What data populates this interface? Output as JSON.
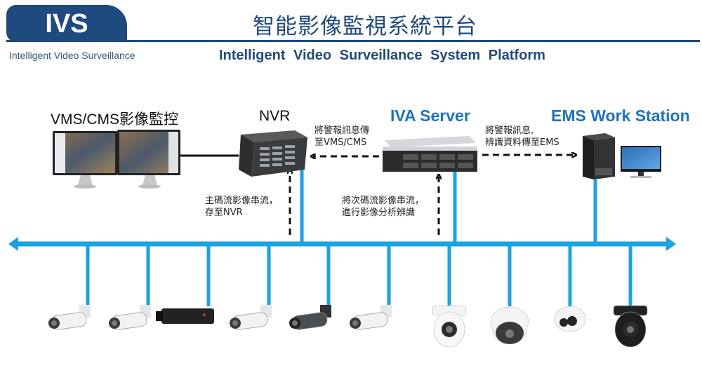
{
  "header": {
    "logo_text": "IVS",
    "logo_subtitle": "Intelligent Video Surveillance",
    "title_zh": "智能影像監視系統平台",
    "title_en": "Intelligent  Video  Surveillance  System  Platform"
  },
  "nodes": {
    "vms": {
      "label": "VMS/CMS影像監控",
      "icon": "dual-monitor-icon"
    },
    "nvr": {
      "label": "NVR",
      "icon": "nvr-rack-icon"
    },
    "iva": {
      "label": "IVA Server",
      "icon": "rack-server-icon"
    },
    "ems": {
      "label": "EMS Work Station",
      "icon": "workstation-icon"
    }
  },
  "flows": {
    "iva_to_vms": {
      "line1": "將警報訊息傳",
      "line2": "至VMS/CMS"
    },
    "iva_to_ems": {
      "line1": "將警報訊息,",
      "line2": "辨識資料傳至EMS"
    },
    "main_stream": {
      "line1": "主碼流影像串流，",
      "line2": "存至NVR"
    },
    "sub_stream": {
      "line1": "將次碼流影像串流，",
      "line2": "進行影像分析辨識"
    }
  },
  "cameras": [
    {
      "type": "bullet-white",
      "icon": "bullet-camera-icon"
    },
    {
      "type": "bullet-white-short",
      "icon": "bullet-camera-icon"
    },
    {
      "type": "box-black",
      "icon": "box-camera-icon"
    },
    {
      "type": "bullet-white-long",
      "icon": "bullet-camera-icon"
    },
    {
      "type": "bullet-gray",
      "icon": "bullet-camera-icon"
    },
    {
      "type": "bullet-white-small",
      "icon": "bullet-camera-icon"
    },
    {
      "type": "ptz-white",
      "icon": "ptz-camera-icon"
    },
    {
      "type": "dome-white",
      "icon": "dome-camera-icon"
    },
    {
      "type": "turret-white",
      "icon": "turret-camera-icon"
    },
    {
      "type": "ptz-black",
      "icon": "ptz-camera-icon"
    }
  ],
  "colors": {
    "brand": "#1f4a80",
    "network": "#1aa3e0",
    "accent": "#1a73c4"
  }
}
